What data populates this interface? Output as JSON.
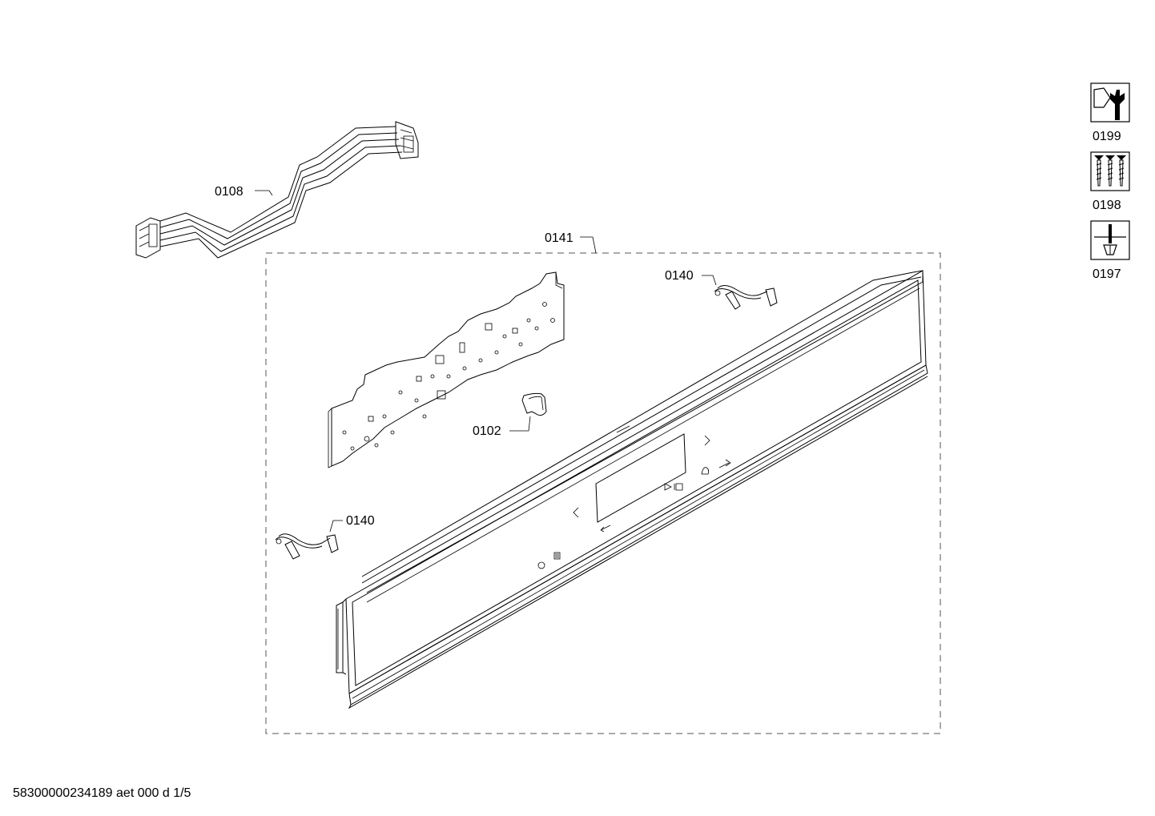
{
  "labels": {
    "harness": "0108",
    "assembly": "0141",
    "sensor_top": "0140",
    "sensor_left": "0140",
    "clip": "0102"
  },
  "side_icons": [
    {
      "label": "0199",
      "icon": "nut-wrench-icon"
    },
    {
      "label": "0198",
      "icon": "screws-icon"
    },
    {
      "label": "0197",
      "icon": "screwdriver-icon"
    }
  ],
  "footer": "58300000234189 aet 000 d 1/5"
}
